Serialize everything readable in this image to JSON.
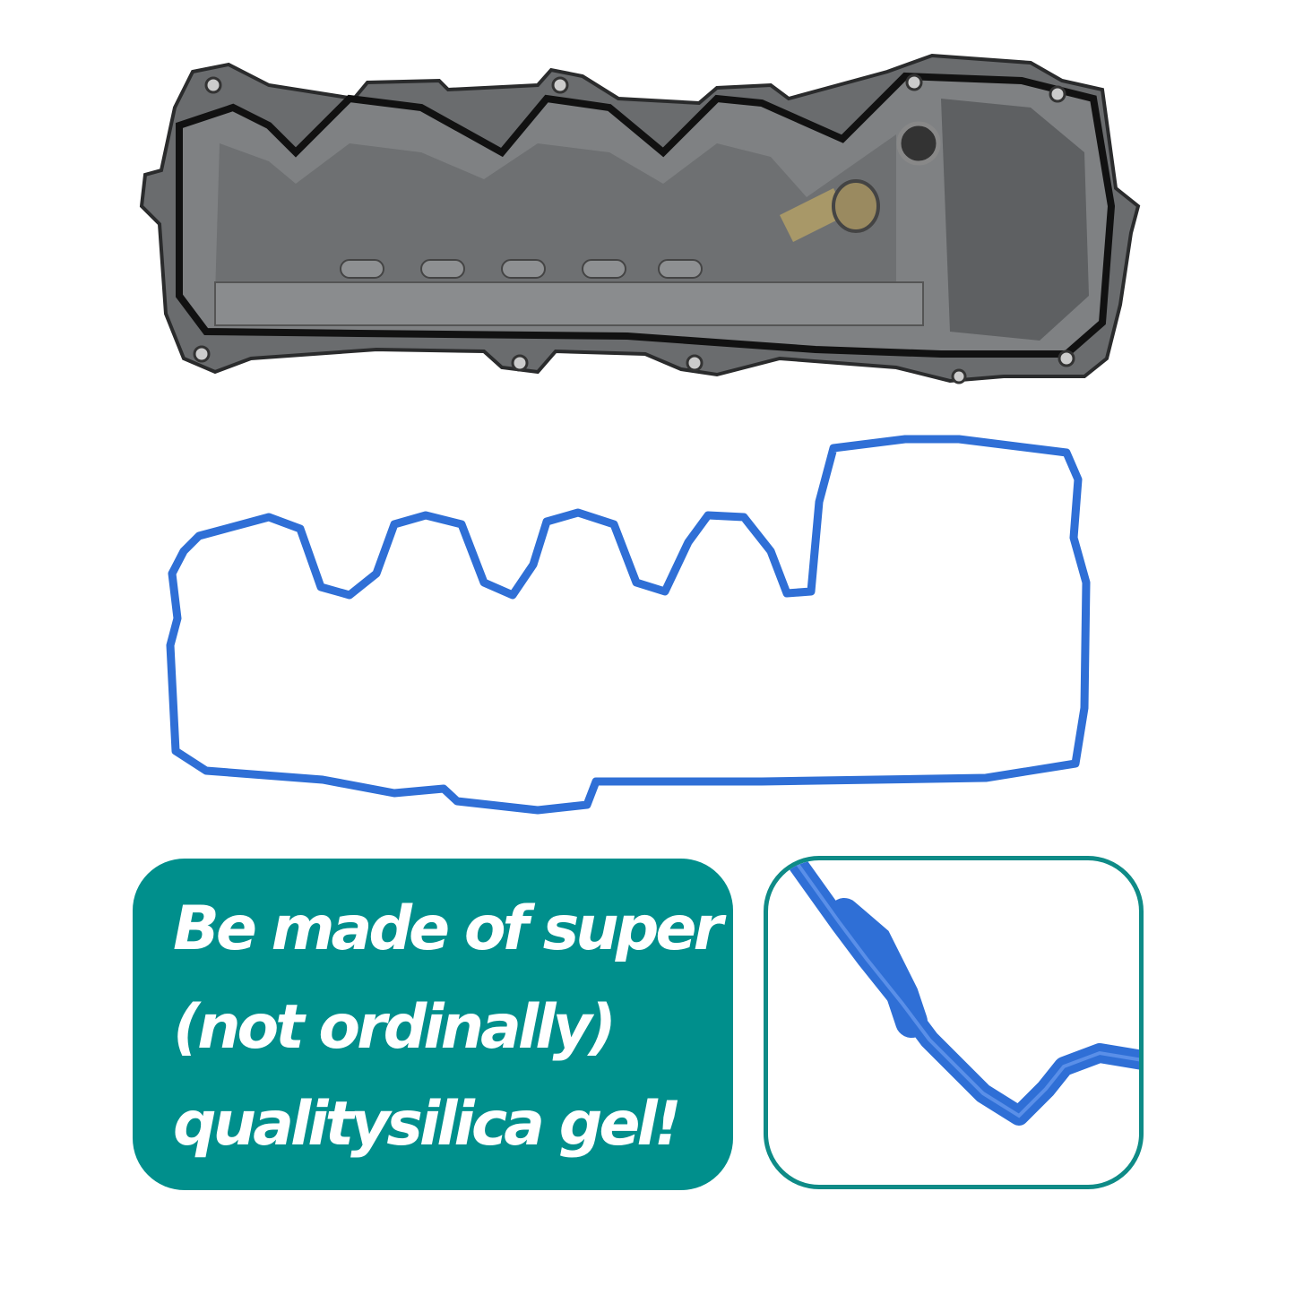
{
  "product": {
    "images": {
      "valve_cover": "valve-cover-photo",
      "gasket": "gasket-photo",
      "inset": "gasket-closeup-photo"
    },
    "caption": {
      "lines": [
        "Be made of super",
        "(not ordinally)",
        "qualitysilica gel!"
      ]
    },
    "colors": {
      "accent": "#008f8c",
      "gasket": "#2f6fd6",
      "cover": "#5a5c5e"
    }
  }
}
